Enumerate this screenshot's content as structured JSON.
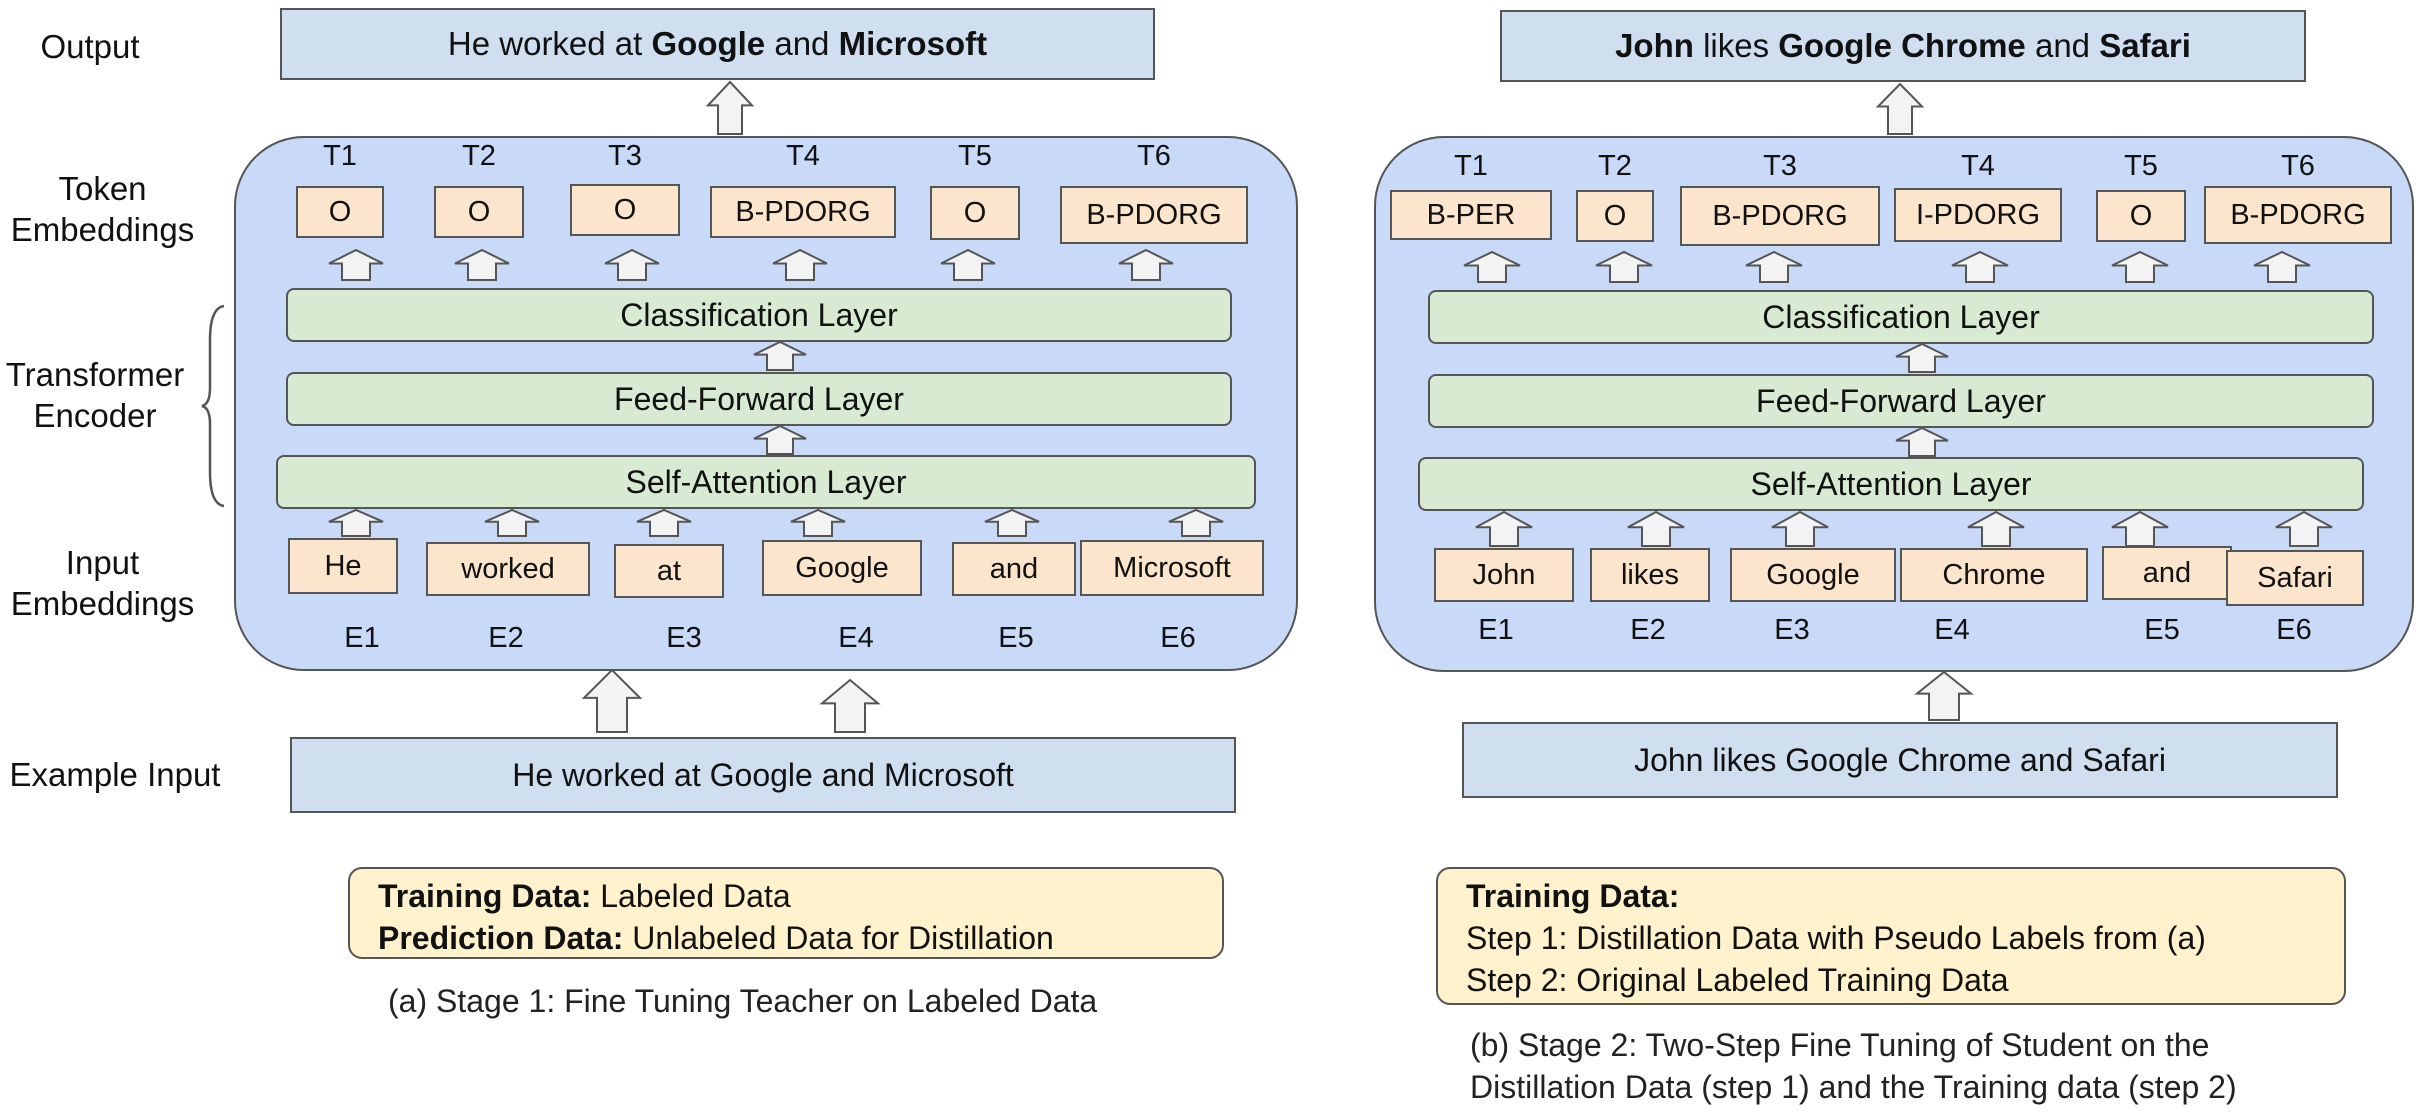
{
  "row_labels": {
    "output": "Output",
    "token_embeddings_1": "Token",
    "token_embeddings_2": "Embeddings",
    "transformer_encoder_1": "Transformer",
    "transformer_encoder_2": "Encoder",
    "input_embeddings_1": "Input",
    "input_embeddings_2": "Embeddings",
    "example_input": "Example Input"
  },
  "panel_a": {
    "output_parts": [
      {
        "text": "He worked at ",
        "bold": false
      },
      {
        "text": "Google",
        "bold": true
      },
      {
        "text": " and ",
        "bold": false
      },
      {
        "text": "Microsoft",
        "bold": true
      }
    ],
    "t_labels": [
      "T1",
      "T2",
      "T3",
      "T4",
      "T5",
      "T6"
    ],
    "tokens_out": [
      "O",
      "O",
      "O",
      "B-PDORG",
      "O",
      "B-PDORG"
    ],
    "layers": {
      "classification": "Classification Layer",
      "feed_forward": "Feed-Forward Layer",
      "self_attention": "Self-Attention Layer"
    },
    "tokens_in": [
      "He",
      "worked",
      "at",
      "Google",
      "and",
      "Microsoft"
    ],
    "e_labels": [
      "E1",
      "E2",
      "E3",
      "E4",
      "E5",
      "E6"
    ],
    "example_input": "He worked at Google and Microsoft",
    "note": {
      "line1_bold": "Training Data:",
      "line1_text": " Labeled Data",
      "line2_bold": "Prediction Data:",
      "line2_text": " Unlabeled Data for Distillation"
    },
    "caption": "(a) Stage 1: Fine Tuning Teacher on Labeled Data"
  },
  "panel_b": {
    "output_parts": [
      {
        "text": "John",
        "bold": true
      },
      {
        "text": " likes ",
        "bold": false
      },
      {
        "text": "Google Chrome",
        "bold": true
      },
      {
        "text": " and ",
        "bold": false
      },
      {
        "text": "Safari",
        "bold": true
      }
    ],
    "t_labels": [
      "T1",
      "T2",
      "T3",
      "T4",
      "T5",
      "T6"
    ],
    "tokens_out": [
      "B-PER",
      "O",
      "B-PDORG",
      "I-PDORG",
      "O",
      "B-PDORG"
    ],
    "layers": {
      "classification": "Classification Layer",
      "feed_forward": "Feed-Forward Layer",
      "self_attention": "Self-Attention Layer"
    },
    "tokens_in": [
      "John",
      "likes",
      "Google",
      "Chrome",
      "and",
      "Safari"
    ],
    "e_labels": [
      "E1",
      "E2",
      "E3",
      "E4",
      "E5",
      "E6"
    ],
    "example_input": "John likes Google Chrome and Safari",
    "note": {
      "line1_bold": "Training Data:",
      "line2": "Step 1: Distillation Data with Pseudo Labels from (a)",
      "line3": "Step 2: Original Labeled Training Data"
    },
    "caption_line1": "(b) Stage 2: Two-Step Fine Tuning of Student on the",
    "caption_line2": "Distillation Data (step 1) and the Training data (step 2)"
  }
}
